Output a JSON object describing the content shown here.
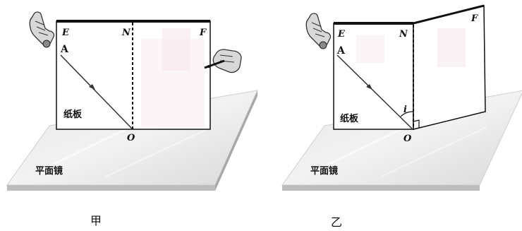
{
  "figure_a": {
    "caption": "甲",
    "label_E": "E",
    "label_N": "N",
    "label_F": "F",
    "label_A": "A",
    "label_O": "O",
    "board_text": "纸板",
    "mirror_text": "平面镜"
  },
  "figure_b": {
    "caption": "乙",
    "label_E": "E",
    "label_N": "N",
    "label_F": "F",
    "label_A": "A",
    "label_O": "O",
    "label_i": "i",
    "board_text": "纸板",
    "mirror_text": "平面镜"
  }
}
